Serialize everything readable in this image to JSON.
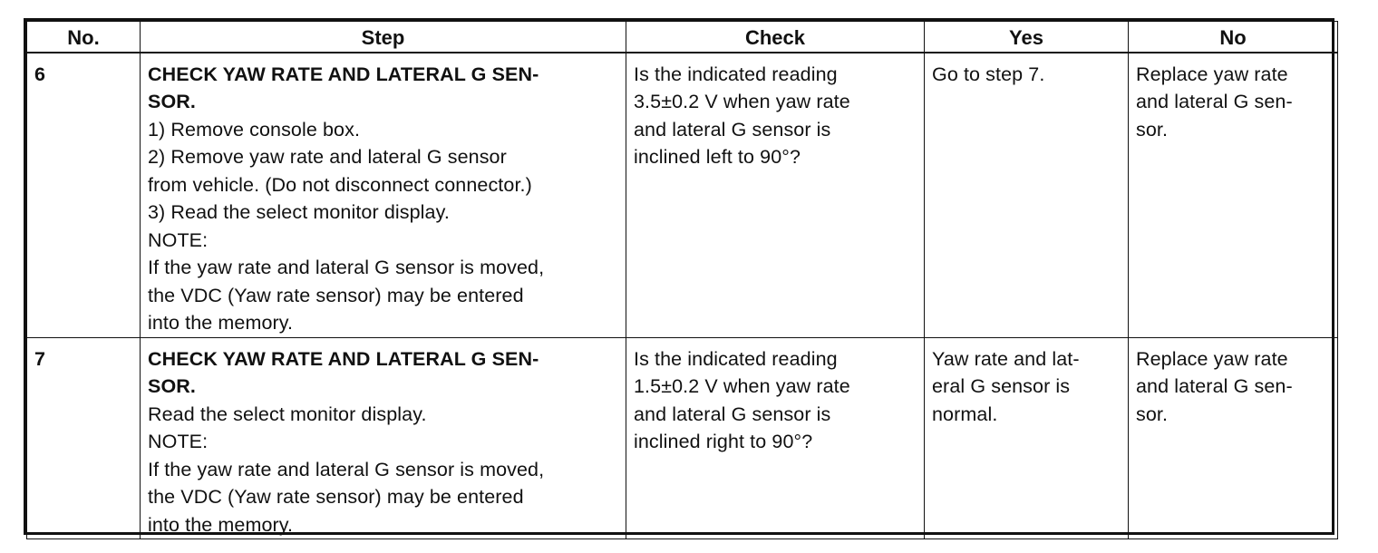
{
  "table": {
    "headers": {
      "no": "No.",
      "step": "Step",
      "check": "Check",
      "yes": "Yes",
      "no_col": "No"
    },
    "rows": [
      {
        "no": "6",
        "step_title_l1": "CHECK YAW RATE AND LATERAL G SEN-",
        "step_title_l2": "SOR.",
        "step_lines": [
          "1) Remove console box.",
          "2) Remove yaw rate and lateral G sensor",
          "from vehicle. (Do not disconnect connector.)",
          "3) Read the select monitor display.",
          "NOTE:",
          "If the yaw rate and lateral G sensor is moved,",
          "the VDC (Yaw rate sensor) may be entered",
          "into the memory."
        ],
        "check_lines": [
          "Is the indicated reading",
          "3.5±0.2 V when yaw rate",
          "and lateral G sensor is",
          "inclined left to 90°?"
        ],
        "yes_lines": [
          "Go to step 7."
        ],
        "no_lines": [
          "Replace yaw rate",
          "and lateral G sen-",
          "sor."
        ]
      },
      {
        "no": "7",
        "step_title_l1": "CHECK YAW RATE AND LATERAL G SEN-",
        "step_title_l2": "SOR.",
        "step_lines": [
          "Read the select monitor display.",
          "NOTE:",
          "If the yaw rate and lateral G sensor is moved,",
          "the VDC (Yaw rate sensor) may be entered",
          "into the memory."
        ],
        "check_lines": [
          "Is the indicated reading",
          "1.5±0.2 V when yaw rate",
          "and lateral G sensor is",
          "inclined right to 90°?"
        ],
        "yes_lines": [
          "Yaw rate and lat-",
          "eral G sensor is",
          "normal."
        ],
        "no_lines": [
          "Replace yaw rate",
          "and lateral G sen-",
          "sor."
        ]
      }
    ]
  }
}
